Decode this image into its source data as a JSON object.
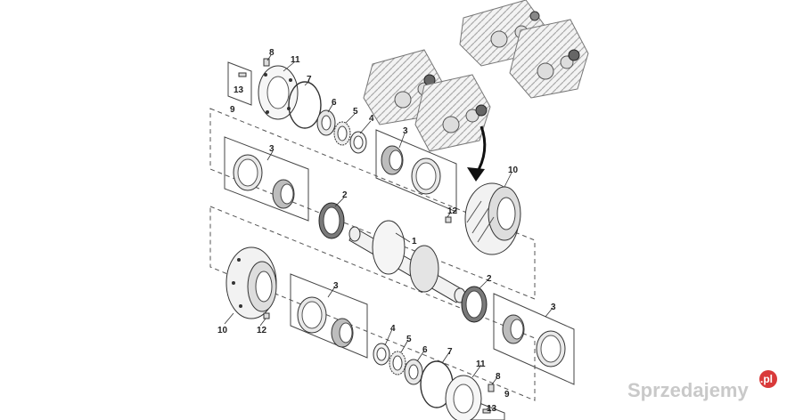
{
  "diagram": {
    "part_labels": {
      "p1": "1",
      "p2_top": "2",
      "p2_bottom": "2",
      "p3_top_left": "3",
      "p3_top_mid": "3",
      "p3_bottom_mid": "3",
      "p3_bottom_right": "3",
      "p4_top": "4",
      "p4_bottom": "4",
      "p5_top": "5",
      "p5_bottom": "5",
      "p6_top": "6",
      "p6_bottom": "6",
      "p7_top": "7",
      "p7_bottom": "7",
      "p8_top": "8",
      "p8_bottom": "8",
      "p9_top": "9",
      "p9_bottom": "9",
      "p10_top": "10",
      "p10_bottom": "10",
      "p11_top": "11",
      "p11_bottom": "11",
      "p12_top": "12",
      "p12_bottom": "12",
      "p13_top": "13",
      "p13_bottom": "13"
    },
    "colors": {
      "line": "#2a2a2a",
      "fill": "#f4f4f4",
      "shade": "#bdbdbd",
      "dark": "#6d6d6d"
    }
  },
  "watermark": {
    "text": "Sprzedajemy",
    "badge": ".pl"
  }
}
